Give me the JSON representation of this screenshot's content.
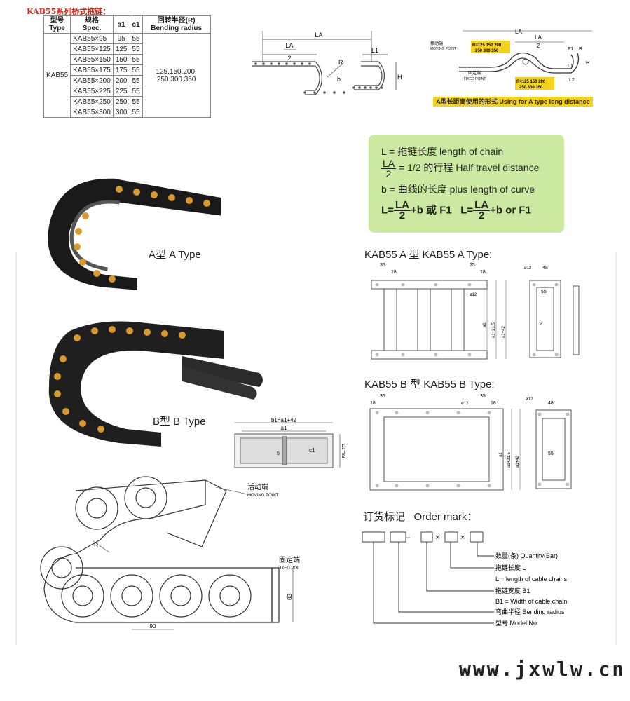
{
  "title": "KAB55系列桥式拖链：",
  "table": {
    "headers": [
      [
        "型号",
        "Type"
      ],
      [
        "规格",
        "Spec."
      ],
      [
        "a1",
        ""
      ],
      [
        "c1",
        ""
      ],
      [
        "回转半径(R)",
        "Bending radius"
      ]
    ],
    "type": "KAB55",
    "radius": [
      "125.150.200.",
      "250.300.350"
    ],
    "rows": [
      [
        "KAB55×95",
        "95",
        "55"
      ],
      [
        "KAB55×125",
        "125",
        "55"
      ],
      [
        "KAB55×150",
        "150",
        "55"
      ],
      [
        "KAB55×175",
        "175",
        "55"
      ],
      [
        "KAB55×200",
        "200",
        "55"
      ],
      [
        "KAB55×225",
        "225",
        "55"
      ],
      [
        "KAB55×250",
        "250",
        "55"
      ],
      [
        "KAB55×300",
        "300",
        "55"
      ]
    ]
  },
  "diagram1": {
    "la": "LA",
    "la2_num": "LA",
    "la2_den": "2",
    "l1": "L1",
    "r": "R",
    "b": "b",
    "h": "H"
  },
  "diagram2": {
    "la": "LA",
    "la2_num": "LA",
    "la2_den": "2",
    "moving_cn": "移动端",
    "moving_en": "MOVING POINT",
    "fixed_cn": "固定端",
    "fixed_en": "FIXED POINT",
    "r_top": [
      "R=125 150 200",
      "250 300 350"
    ],
    "r_bot": [
      "R=125 150 200",
      "250 300 350"
    ],
    "f1": "F1",
    "b": "B",
    "h": "H",
    "l1": "L1",
    "l2": "L2",
    "caption": "A型长距离使用的形式  Using for A type long distance"
  },
  "formula": {
    "l": "L",
    "l_def": "= 拖链长度  length of chain",
    "la": "LA",
    "two": "2",
    "la_def": "= 1/2 的行程  Half travel distance",
    "b": "b",
    "b_def": "= 曲线的长度  plus length of curve",
    "eq_l": "L=",
    "eq_mid": "+b 或 F1",
    "eq_l2": "L=",
    "eq_end": "+b or F1"
  },
  "a_type_label": "A型  A Type",
  "b_type_label": "B型  B Type",
  "a_type_header": "KAB55 A 型    KAB55 A Type:",
  "b_type_header": "KAB55 B 型    KAB55 B Type:",
  "dims": {
    "d35": "35",
    "d18": "18",
    "d48": "48",
    "d55": "55",
    "d12": "ø12",
    "d2": "2",
    "a1": "a1",
    "a1p": "a1+21.5",
    "a1p42": "a1+42",
    "b1": "b1=a1+42",
    "d5": "5",
    "c1": "c1",
    "d1": "D1=83",
    "d83": "83",
    "d90": "90"
  },
  "chain": {
    "moving_cn": "活动端",
    "moving_en": "MOVING POINT",
    "fixed_cn": "固定端",
    "fixed_en": "FIXED POI",
    "r": "R"
  },
  "order": {
    "title_cn": "订货标记",
    "title_en": "Order mark：",
    "items": [
      "数量(条) Quantity(Bar)",
      "拖链长度 L",
      "L = length of cable chains",
      "拖链宽度 B1",
      "B1 = Width of cable chain",
      "弯曲半径 Bending radius",
      "型号 Model No."
    ]
  },
  "brand": "www.jxwlw.cn",
  "colors": {
    "accent_red": "#d0281c",
    "green_panel": "#cce9a2",
    "yellow_bar": "#f5d21a",
    "chain_black": "#1a1a1a",
    "pin_orange": "#d99a2b"
  }
}
